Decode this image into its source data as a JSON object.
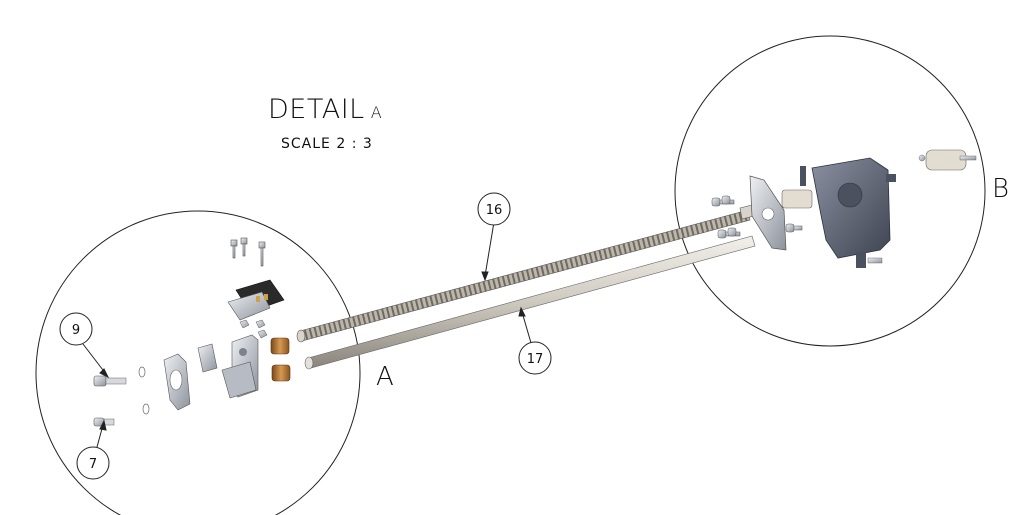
{
  "detail": {
    "title": "DETAIL",
    "letter": "A",
    "scale": "SCALE 2 : 3"
  },
  "view_labels": {
    "a": "A",
    "b": "B"
  },
  "balloons": [
    {
      "id": "b16",
      "text": "16"
    },
    {
      "id": "b17",
      "text": "17"
    },
    {
      "id": "b9",
      "text": "9"
    },
    {
      "id": "b7",
      "text": "7"
    }
  ],
  "colors": {
    "line": "#222222",
    "rod_light": "#d9d6cf",
    "rod_dark": "#8a857c",
    "gearbox": "#5d6273",
    "bushing": "#b5742e",
    "metal": "#c9ccd2"
  }
}
